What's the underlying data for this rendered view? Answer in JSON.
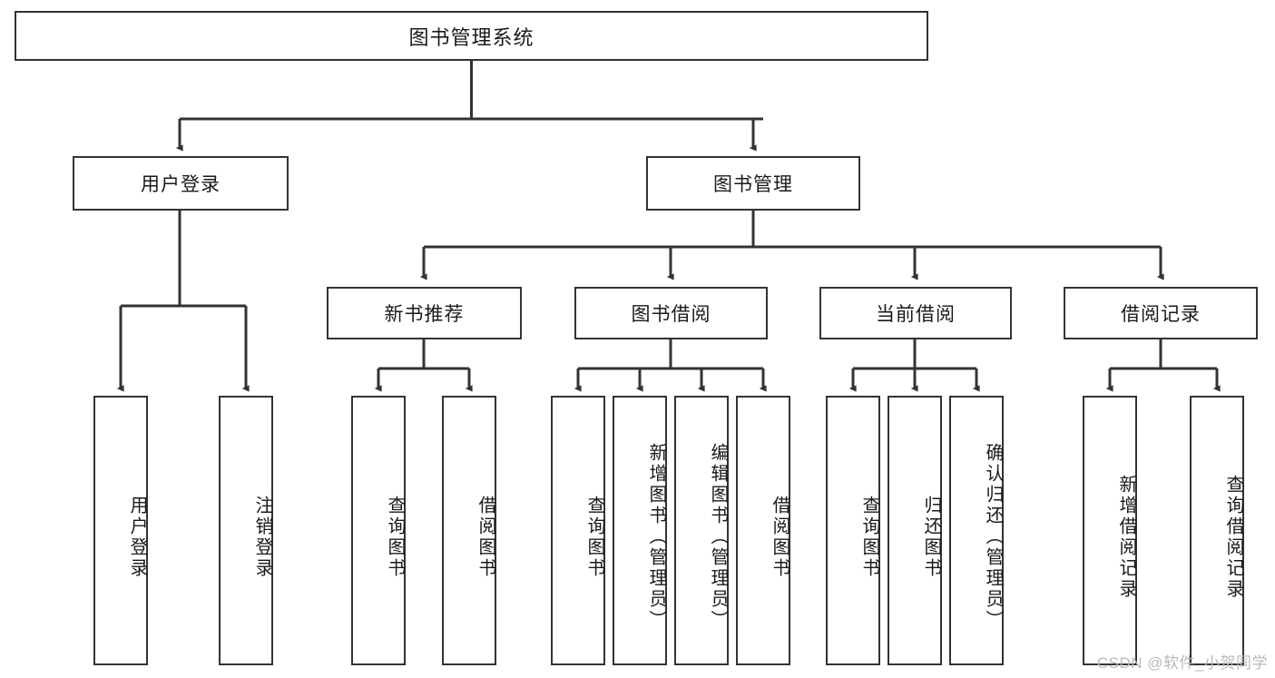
{
  "diagram": {
    "type": "hierarchy-tree",
    "title": "图书管理系统",
    "root": {
      "id": "root",
      "label": "图书管理系统",
      "orientation": "horizontal"
    },
    "level2": [
      {
        "id": "user-login",
        "label": "用户登录",
        "orientation": "horizontal"
      },
      {
        "id": "book-management",
        "label": "图书管理",
        "orientation": "horizontal"
      }
    ],
    "level3": [
      {
        "id": "new-book-recommend",
        "label": "新书推荐",
        "orientation": "horizontal",
        "parent": "book-management"
      },
      {
        "id": "book-borrow",
        "label": "图书借阅",
        "orientation": "horizontal",
        "parent": "book-management"
      },
      {
        "id": "current-borrow",
        "label": "当前借阅",
        "orientation": "horizontal",
        "parent": "book-management"
      },
      {
        "id": "borrow-record",
        "label": "借阅记录",
        "orientation": "horizontal",
        "parent": "book-management"
      }
    ],
    "leaves": [
      {
        "id": "leaf-user-login",
        "label": "用户登录",
        "orientation": "vertical",
        "parent": "user-login"
      },
      {
        "id": "leaf-logout-login",
        "label": "注销登录",
        "orientation": "vertical",
        "parent": "user-login"
      },
      {
        "id": "leaf-query-book-1",
        "label": "查询图书",
        "orientation": "vertical",
        "parent": "new-book-recommend"
      },
      {
        "id": "leaf-borrow-book-1",
        "label": "借阅图书",
        "orientation": "vertical",
        "parent": "new-book-recommend"
      },
      {
        "id": "leaf-query-book-2",
        "label": "查询图书",
        "orientation": "vertical",
        "parent": "book-borrow"
      },
      {
        "id": "leaf-add-book",
        "label": "新增图书（管理员）",
        "orientation": "vertical",
        "parent": "book-borrow"
      },
      {
        "id": "leaf-edit-book",
        "label": "编辑图书（管理员）",
        "orientation": "vertical",
        "parent": "book-borrow"
      },
      {
        "id": "leaf-borrow-book-2",
        "label": "借阅图书",
        "orientation": "vertical",
        "parent": "book-borrow"
      },
      {
        "id": "leaf-query-book-3",
        "label": "查询图书",
        "orientation": "vertical",
        "parent": "current-borrow"
      },
      {
        "id": "leaf-return-book",
        "label": "归还图书",
        "orientation": "vertical",
        "parent": "current-borrow"
      },
      {
        "id": "leaf-confirm-return",
        "label": "确认归还（管理员）",
        "orientation": "vertical",
        "parent": "current-borrow"
      },
      {
        "id": "leaf-add-record",
        "label": "新增借阅记录",
        "orientation": "vertical",
        "parent": "borrow-record"
      },
      {
        "id": "leaf-query-record",
        "label": "查询借阅记录",
        "orientation": "vertical",
        "parent": "borrow-record"
      }
    ],
    "colors": {
      "background": "#ffffff",
      "node_border": "#333333",
      "node_fill": "#ffffff",
      "connector": "#333333",
      "text": "#1a1a1a",
      "watermark": "#b9b9b9"
    }
  },
  "watermark": {
    "text": "CSDN @软件_小贺同学"
  }
}
